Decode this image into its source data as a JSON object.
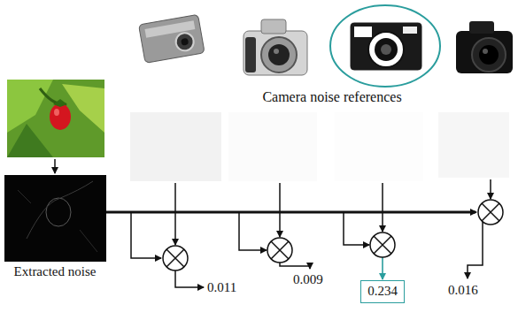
{
  "diagram": {
    "nodes": [
      {
        "text": [
          "0.234"
        ]
      }
    ],
    "labels": [
      "Camera noise references",
      "Extracted noise",
      "0.011",
      "0.009",
      "0.016"
    ]
  }
}
